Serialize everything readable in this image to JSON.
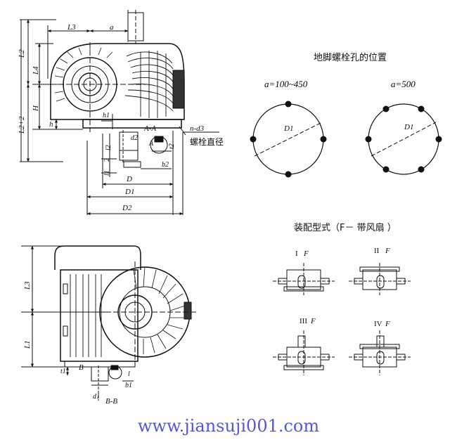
{
  "top_view": {
    "dims": {
      "L3": "L3",
      "a": "a",
      "L2": "L2",
      "L4": "L4",
      "H": "H",
      "L2plus2": "L2+2",
      "h": "h",
      "h1": "h1",
      "AA": "A-A",
      "nd3": "n-d3",
      "d2": "d2",
      "A": "A",
      "l2": "l2",
      "t2": "t2",
      "two": "2",
      "l1": "l1",
      "b2": "b2",
      "D": "D",
      "D1": "D1",
      "D2": "D2"
    },
    "bolt_diameter_label": "螺栓直径"
  },
  "bolt_positions": {
    "title": "地脚螺栓孔的位置",
    "left_caption": "a=100~450",
    "right_caption": "a=500",
    "left_D1": "D1",
    "right_D1": "D1"
  },
  "assembly": {
    "title": "装配型式（F－ 带风扇 ）",
    "types": [
      {
        "roman": "I",
        "letter": "F"
      },
      {
        "roman": "II",
        "letter": "F"
      },
      {
        "roman": "III",
        "letter": "F"
      },
      {
        "roman": "IV",
        "letter": "F"
      }
    ]
  },
  "bottom_view": {
    "dims": {
      "L3": "L3",
      "L1": "L1",
      "t1": "t1",
      "B": "B",
      "b1": "b1",
      "d1": "d1",
      "l": "l",
      "BB": "B-B"
    }
  },
  "watermark": "www.jiansuji001.com",
  "colors": {
    "line": "#111111",
    "watermark": "#5557d8"
  }
}
